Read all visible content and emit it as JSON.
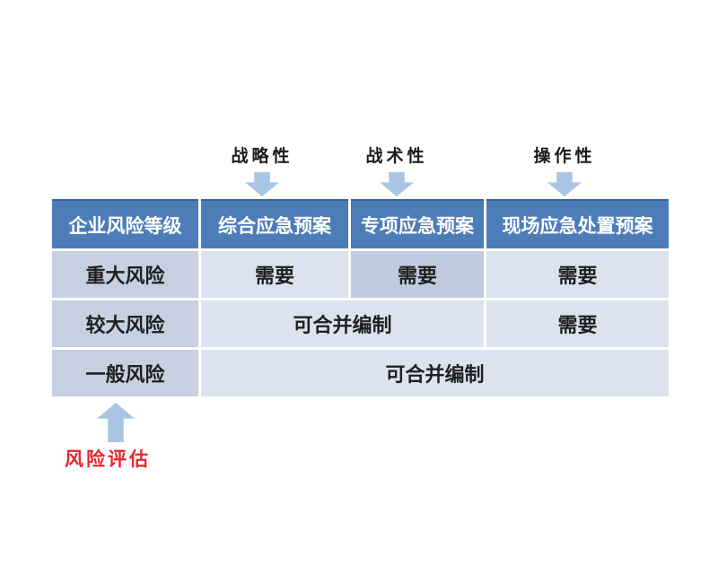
{
  "top_labels": [
    {
      "text": "战略性"
    },
    {
      "text": "战术性"
    },
    {
      "text": "操作性"
    }
  ],
  "table": {
    "headers": [
      "企业风险等级",
      "综合应急预案",
      "专项应急预案",
      "现场应急处置预案"
    ],
    "rows": [
      {
        "level": "重大风险",
        "cells": [
          "需要",
          "需要",
          "需要"
        ]
      },
      {
        "level": "较大风险",
        "cells": [
          "可合并编制",
          "需要"
        ]
      },
      {
        "level": "一般风险",
        "cells": [
          "可合并编制"
        ]
      }
    ]
  },
  "footer": {
    "label": "风险评估"
  },
  "icons": {
    "down_arrows": "down-arrow-icon",
    "up_arrow": "up-arrow-icon"
  },
  "colors": {
    "header_blue": "#4d7db8",
    "header_top_border": "#36608f",
    "cell_light": "#dde3ee",
    "cell_mid": "#c7d0e1",
    "cell_highlight": "#c0cbdf",
    "arrow_blue": "#a9c4e4",
    "red_label": "#e8262a"
  }
}
